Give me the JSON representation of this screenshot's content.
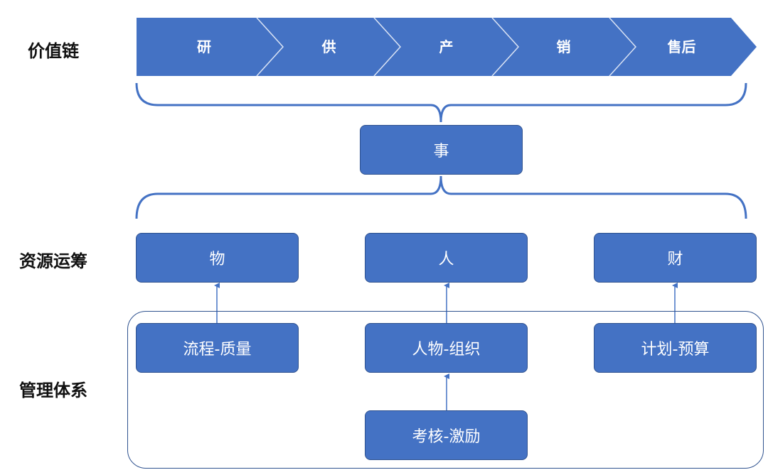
{
  "row_labels": {
    "value_chain": "价值链",
    "resource": "资源运筹",
    "management": "管理体系"
  },
  "value_chain": [
    "研",
    "供",
    "产",
    "销",
    "售后"
  ],
  "center_node": "事",
  "resources": [
    "物",
    "人",
    "财"
  ],
  "management": {
    "process": "流程-质量",
    "org": "人物-组织",
    "plan": "计划-预算",
    "incentive": "考核-激励"
  },
  "colors": {
    "fill": "#4472c4",
    "stroke": "#2f528f",
    "chevron_divider": "#dbe4f5"
  }
}
